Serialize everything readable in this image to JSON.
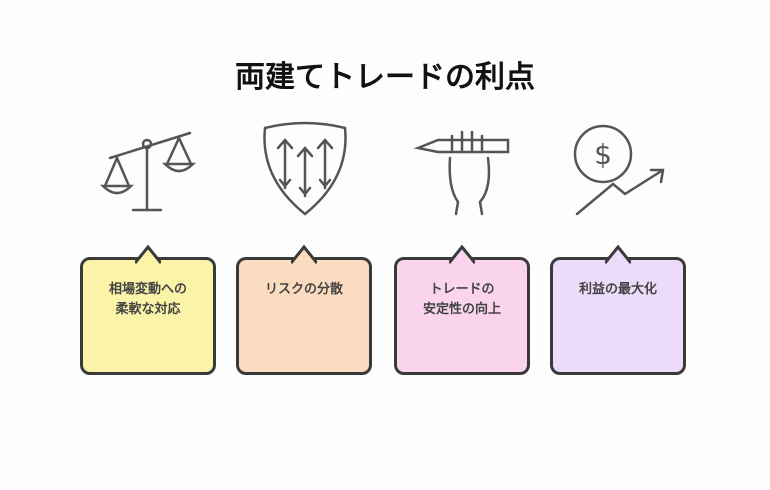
{
  "title": "両建てトレードの利点",
  "items": [
    {
      "icon": "balance-scale-icon",
      "line1": "相場変動への",
      "line2": "柔軟な対応",
      "color": "#fbf3a8"
    },
    {
      "icon": "shield-arrows-icon",
      "line1": "リスクの分散",
      "line2": "",
      "color": "#fbdcc0"
    },
    {
      "icon": "hand-holding-pen-icon",
      "line1": "トレードの",
      "line2": "安定性の向上",
      "color": "#f9d4ec"
    },
    {
      "icon": "dollar-growth-icon",
      "line1": "利益の最大化",
      "line2": "",
      "color": "#ecdcf9"
    }
  ]
}
